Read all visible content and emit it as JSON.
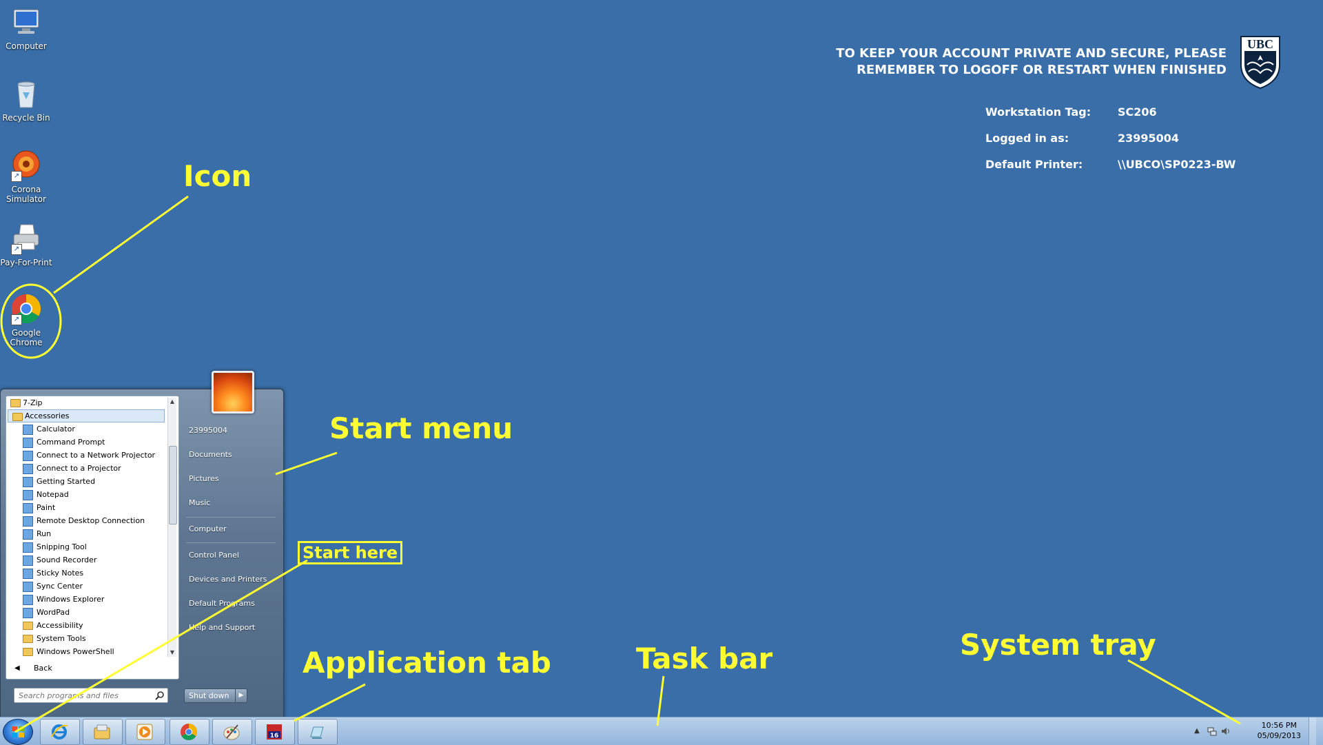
{
  "desktop": {
    "icons": [
      {
        "label_line1": "Computer",
        "label_line2": ""
      },
      {
        "label_line1": "Recycle Bin",
        "label_line2": ""
      },
      {
        "label_line1": "Corona",
        "label_line2": "Simulator"
      },
      {
        "label_line1": "Pay-For-Print",
        "label_line2": ""
      },
      {
        "label_line1": "Google",
        "label_line2": "Chrome"
      }
    ]
  },
  "notice": {
    "line1": "TO KEEP YOUR ACCOUNT PRIVATE AND SECURE, PLEASE",
    "line2": "REMEMBER TO LOGOFF OR RESTART WHEN FINISHED",
    "logo_text": "UBC"
  },
  "info": [
    {
      "label": "Workstation Tag:",
      "value": "SC206"
    },
    {
      "label": "Logged in as:",
      "value": "23995004"
    },
    {
      "label": "Default Printer:",
      "value": "\\\\UBCO\\SP0223-BW"
    }
  ],
  "annotations": {
    "icon": "Icon",
    "start_menu": "Start menu",
    "start_here": "Start here",
    "application_tab": "Application tab",
    "task_bar": "Task bar",
    "system_tray": "System tray"
  },
  "start_menu": {
    "programs": [
      {
        "label": "7-Zip",
        "type": "folder"
      },
      {
        "label": "Accessories",
        "type": "folder",
        "selected": true
      },
      {
        "label": "Calculator",
        "type": "app"
      },
      {
        "label": "Command Prompt",
        "type": "app"
      },
      {
        "label": "Connect to a Network Projector",
        "type": "app"
      },
      {
        "label": "Connect to a Projector",
        "type": "app"
      },
      {
        "label": "Getting Started",
        "type": "app"
      },
      {
        "label": "Notepad",
        "type": "app"
      },
      {
        "label": "Paint",
        "type": "app"
      },
      {
        "label": "Remote Desktop Connection",
        "type": "app"
      },
      {
        "label": "Run",
        "type": "app"
      },
      {
        "label": "Snipping Tool",
        "type": "app"
      },
      {
        "label": "Sound Recorder",
        "type": "app"
      },
      {
        "label": "Sticky Notes",
        "type": "app"
      },
      {
        "label": "Sync Center",
        "type": "app"
      },
      {
        "label": "Windows Explorer",
        "type": "app"
      },
      {
        "label": "WordPad",
        "type": "app"
      },
      {
        "label": "Accessibility",
        "type": "subfolder"
      },
      {
        "label": "System Tools",
        "type": "subfolder"
      },
      {
        "label": "Windows PowerShell",
        "type": "subfolder"
      }
    ],
    "back_label": "Back",
    "search_placeholder": "Search programs and files",
    "right_links": {
      "user": "23995004",
      "documents": "Documents",
      "pictures": "Pictures",
      "music": "Music",
      "computer": "Computer",
      "control_panel": "Control Panel",
      "devices": "Devices and Printers",
      "defaults": "Default Programs",
      "help": "Help and Support"
    },
    "shutdown_label": "Shut down"
  },
  "taskbar": {
    "pinned": [
      "internet-explorer-icon",
      "windows-explorer-icon",
      "media-player-icon",
      "chrome-icon",
      "paint-icon",
      "corona-16-icon",
      "snipping-icon"
    ],
    "clock_time": "10:56 PM",
    "clock_date": "05/09/2013",
    "badge_text": "16"
  },
  "colors": {
    "desktop_bg": "#3a6ea8",
    "annotation": "#ffff33"
  }
}
